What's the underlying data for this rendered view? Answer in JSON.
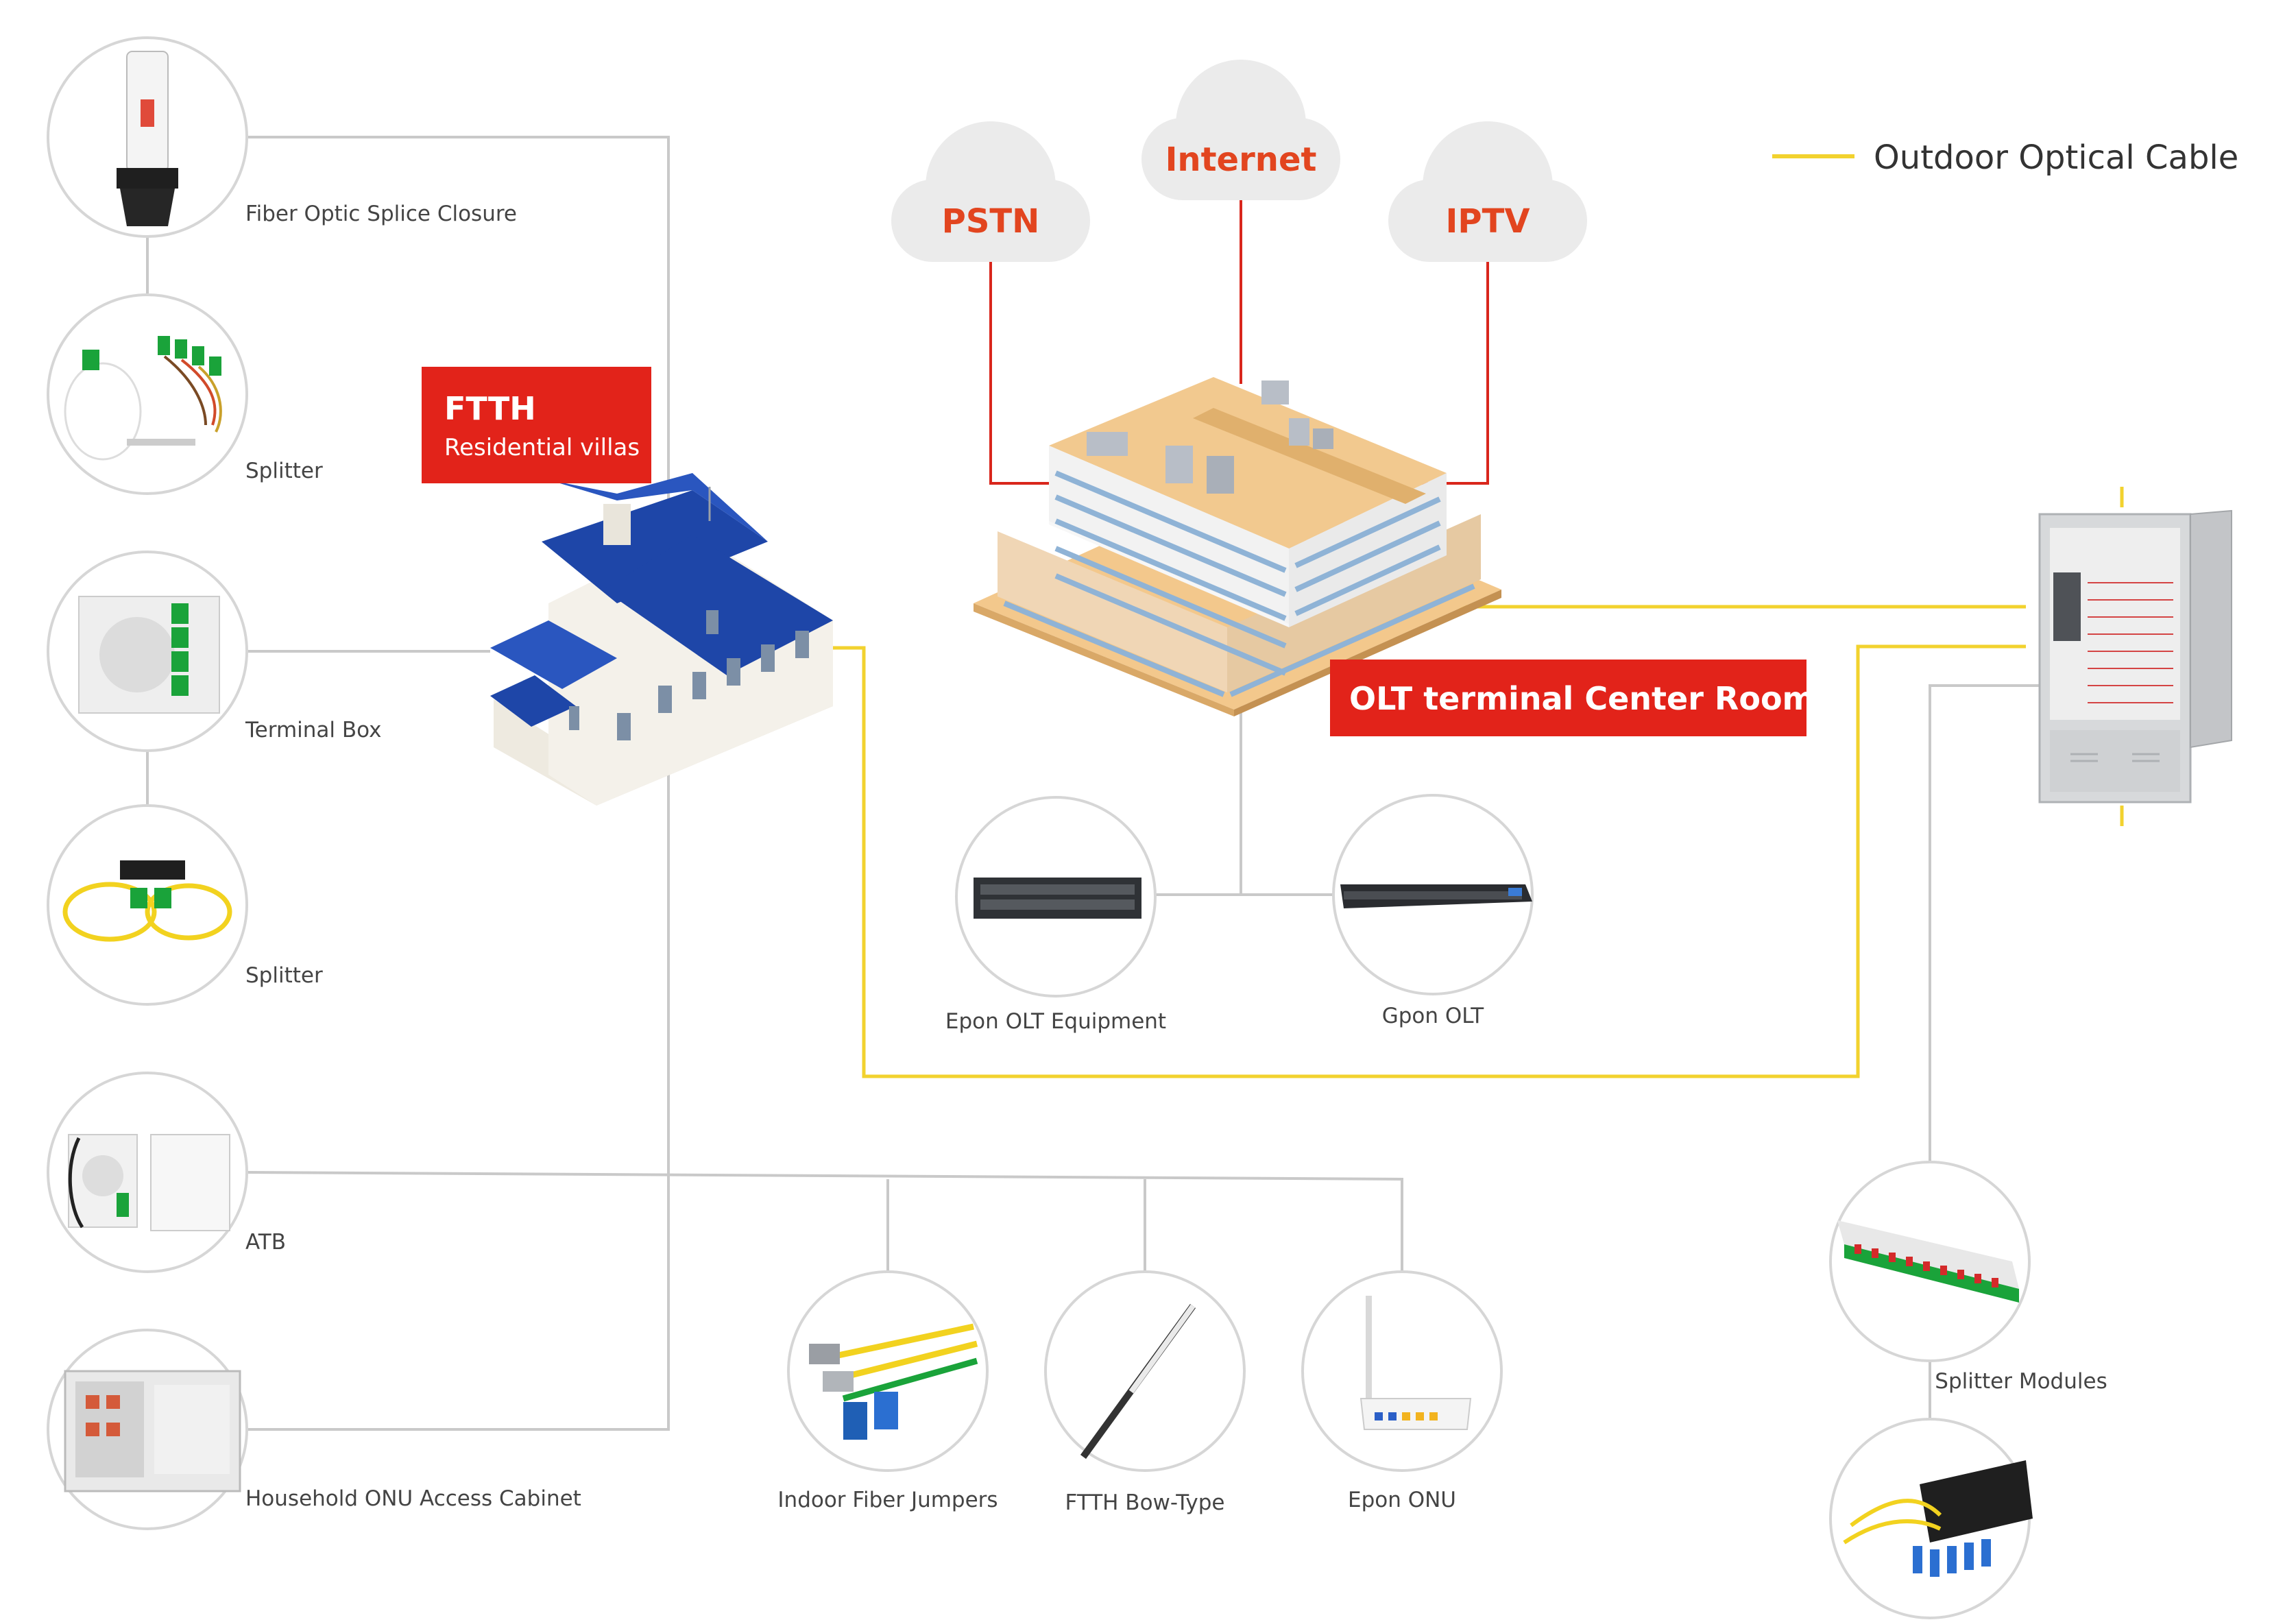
{
  "legend": {
    "label": "Outdoor Optical Cable",
    "color": "#f2d22e"
  },
  "clouds": [
    {
      "id": "pstn",
      "label": "PSTN"
    },
    {
      "id": "internet",
      "label": "Internet"
    },
    {
      "id": "iptv",
      "label": "IPTV"
    }
  ],
  "banners": {
    "ftth": {
      "title": "FTTH",
      "subtitle": "Residential villas"
    },
    "olt": {
      "title": "OLT terminal Center Room"
    }
  },
  "left_items": [
    {
      "label": "Fiber Optic Splice Closure",
      "icon": "splice-closure-icon"
    },
    {
      "label": "Splitter",
      "icon": "plc-splitter-icon"
    },
    {
      "label": "Terminal Box",
      "icon": "terminal-box-icon"
    },
    {
      "label": "Splitter",
      "icon": "fbt-splitter-icon"
    },
    {
      "label": "ATB",
      "icon": "atb-icon"
    },
    {
      "label": "Household ONU Access Cabinet",
      "icon": "access-cabinet-icon"
    }
  ],
  "olt_items": [
    {
      "label": "Epon OLT Equipment",
      "icon": "epon-olt-icon"
    },
    {
      "label": "Gpon OLT",
      "icon": "gpon-olt-icon"
    }
  ],
  "bottom_items": [
    {
      "label": "Indoor Fiber Jumpers",
      "icon": "fiber-jumpers-icon"
    },
    {
      "label": "FTTH Bow-Type",
      "icon": "bow-type-cable-icon"
    },
    {
      "label": "Epon ONU",
      "icon": "onu-router-icon"
    }
  ],
  "right_items": [
    {
      "label": "Splitter Modules",
      "icon": "splitter-module-icon"
    },
    {
      "label": "",
      "icon": "splitter-box-icon"
    }
  ],
  "colors": {
    "accent_red": "#e2231a",
    "cloud_text": "#e2451f",
    "cable_yellow": "#f2d22e",
    "connector_gray": "#c9c9c9"
  }
}
